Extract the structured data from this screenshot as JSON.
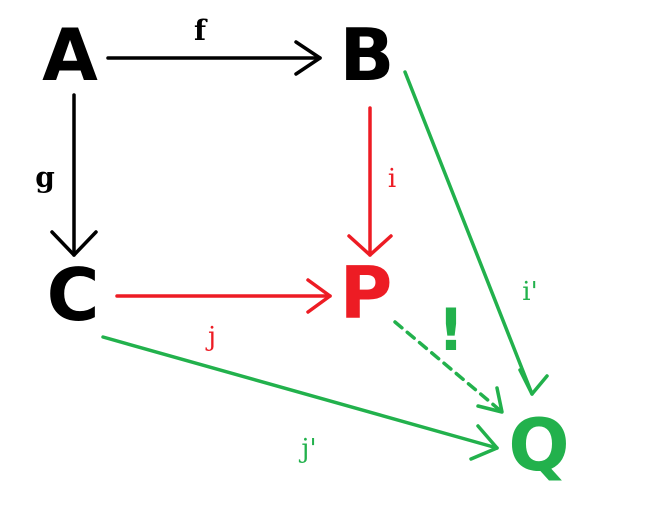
{
  "colors": {
    "black": "#000000",
    "red": "#ed1c24",
    "green": "#22b14c"
  },
  "nodes": {
    "A": "A",
    "B": "B",
    "C": "C",
    "P": "P",
    "Q": "Q"
  },
  "edges": {
    "f": "f",
    "g": "g",
    "i": "i",
    "j": "j",
    "i_prime": "i'",
    "j_prime": "j'"
  },
  "uniqueness_mark": "!"
}
